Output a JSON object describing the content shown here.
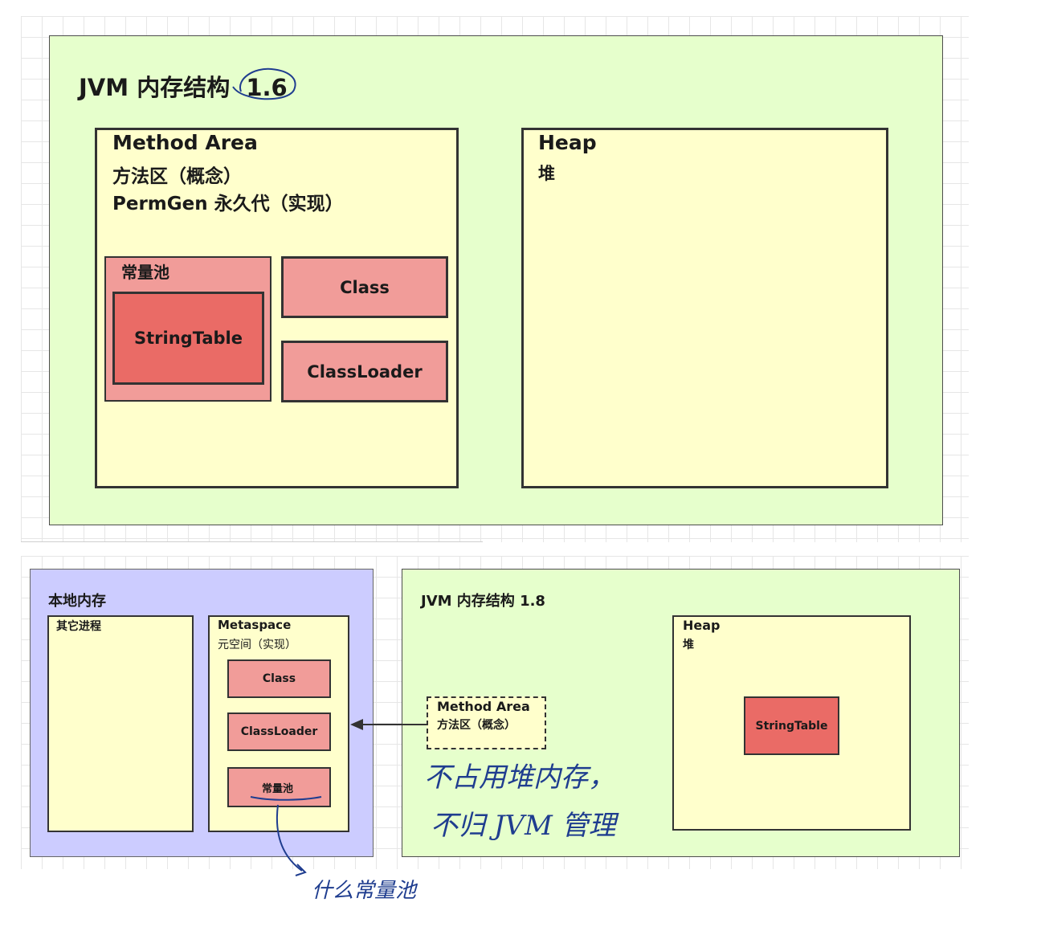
{
  "jvm16": {
    "title": "JVM 内存结构",
    "version": "1.6",
    "method_area": {
      "title": "Method Area",
      "line2": "方法区（概念）",
      "line3": "PermGen 永久代（实现）"
    },
    "constant_pool": "常量池",
    "string_table": "StringTable",
    "class": "Class",
    "classloader": "ClassLoader",
    "heap": {
      "title": "Heap",
      "subtitle": "堆"
    }
  },
  "native": {
    "title": "本地内存",
    "other": "其它进程",
    "metaspace": {
      "title": "Metaspace",
      "subtitle": "元空间（实现）"
    },
    "class": "Class",
    "classloader": "ClassLoader",
    "constant_pool": "常量池"
  },
  "jvm18": {
    "title": "JVM 内存结构 1.8",
    "method_area": {
      "title": "Method Area",
      "subtitle": "方法区（概念）"
    },
    "heap": {
      "title": "Heap",
      "subtitle": "堆"
    },
    "string_table": "StringTable"
  },
  "notes": {
    "line1": "不占用堆内存，",
    "line2": "不归 JVM 管理",
    "pool": "什么常量池"
  },
  "colors": {
    "green": "#e6ffcc",
    "yellow": "#ffffcc",
    "purple": "#ccccff",
    "pink": "#f19c99",
    "red": "#ea6b66",
    "ink": "#1f3d8f"
  }
}
